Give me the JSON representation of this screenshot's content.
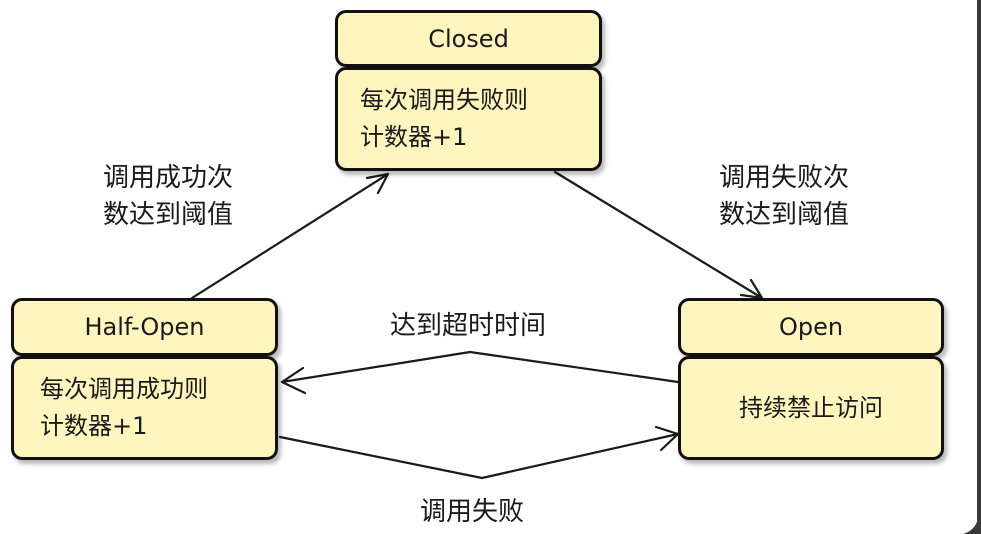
{
  "colors": {
    "box_fill": "#fff5bf",
    "border": "#111111",
    "arrow": "#1a1a1a",
    "text": "#1a1a1a",
    "frame_edge": "#3a3a3a"
  },
  "states": {
    "closed": {
      "title": "Closed",
      "body": [
        "每次调用失败则",
        "计数器+1"
      ]
    },
    "half_open": {
      "title": "Half-Open",
      "body": [
        "每次调用成功则",
        "计数器+1"
      ]
    },
    "open": {
      "title": "Open",
      "body": [
        "持续禁止访问"
      ]
    }
  },
  "transitions": {
    "half_open_to_closed": [
      "调用成功次",
      "数达到阈值"
    ],
    "closed_to_open": [
      "调用失败次",
      "数达到阈值"
    ],
    "open_to_half_open": "达到超时时间",
    "half_open_to_open": "调用失败"
  }
}
